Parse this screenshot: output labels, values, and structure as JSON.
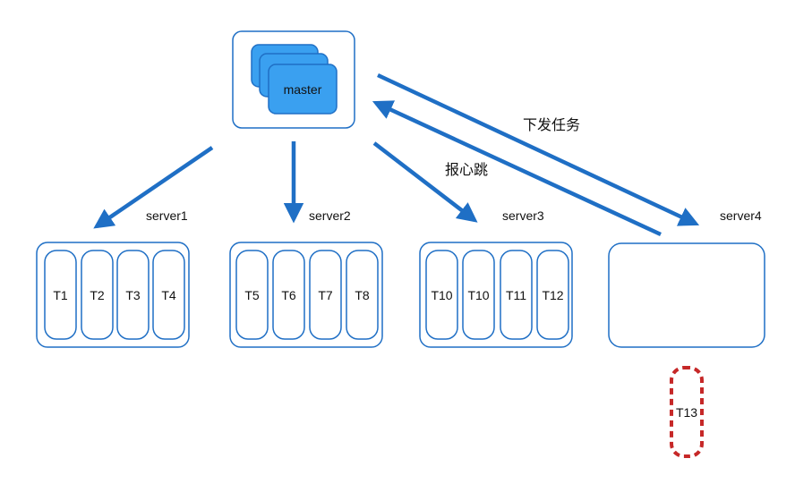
{
  "master": {
    "label": "master"
  },
  "servers": [
    {
      "name": "server1",
      "tasks": [
        "T1",
        "T2",
        "T3",
        "T4"
      ]
    },
    {
      "name": "server2",
      "tasks": [
        "T5",
        "T6",
        "T7",
        "T8"
      ]
    },
    {
      "name": "server3",
      "tasks": [
        "T10",
        "T10",
        "T11",
        "T12"
      ]
    },
    {
      "name": "server4",
      "tasks": []
    }
  ],
  "edges": {
    "dispatch_label": "下发任务",
    "heartbeat_label": "报心跳"
  },
  "pending_task": {
    "label": "T13",
    "style": "dashed-red"
  },
  "colors": {
    "accent": "#1f6fc5",
    "master_card": "#3aa0f0",
    "pending_border": "#c62828"
  }
}
